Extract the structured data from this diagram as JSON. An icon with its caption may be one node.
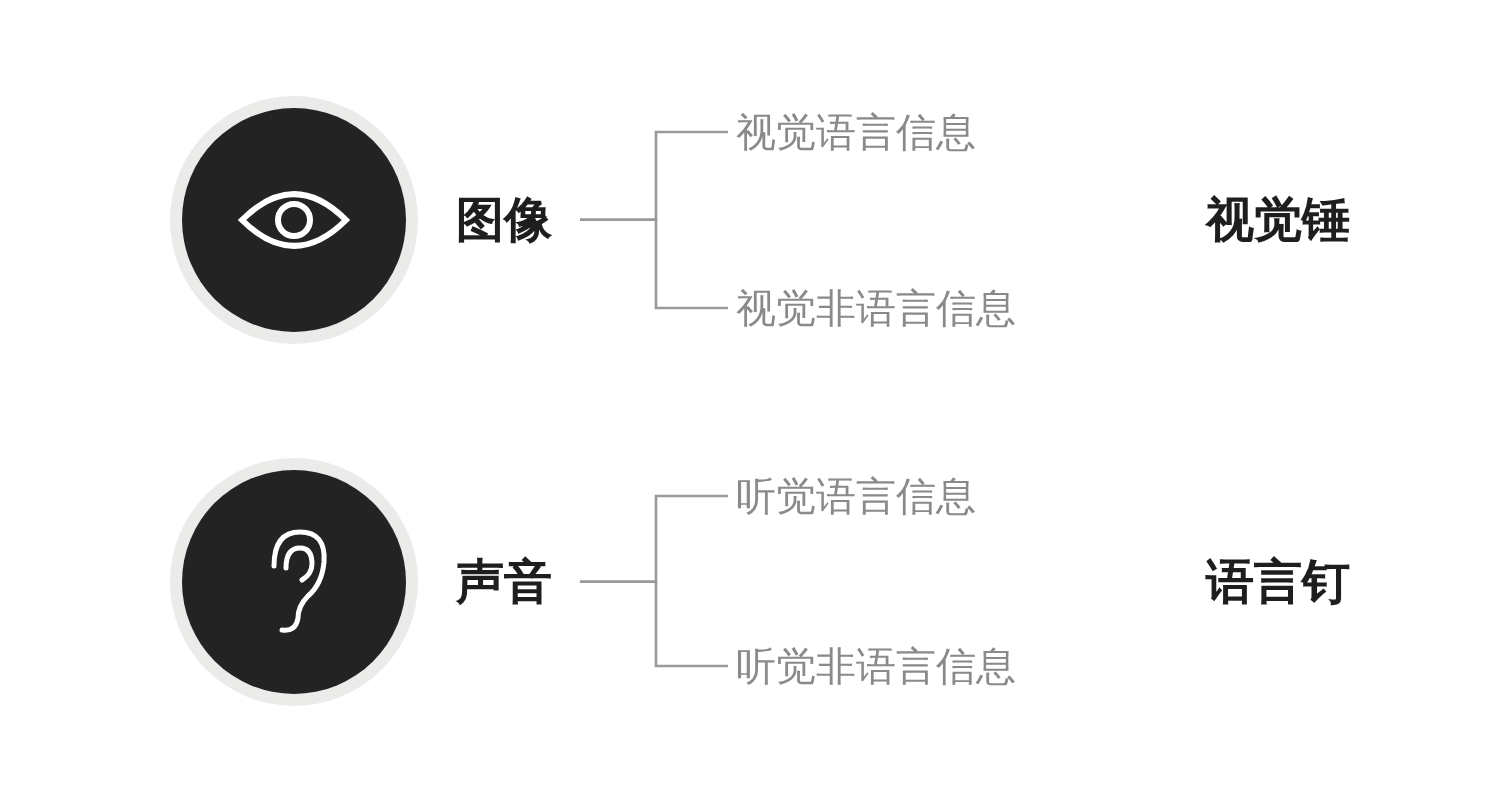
{
  "diagram": {
    "nodes": [
      {
        "text": [
          "图像"
        ]
      },
      {
        "text": [
          "视觉语言信息"
        ]
      },
      {
        "text": [
          "视觉非语言信息"
        ]
      },
      {
        "text": [
          "声音"
        ]
      },
      {
        "text": [
          "听觉语言信息"
        ]
      },
      {
        "text": [
          "听觉非语言信息"
        ]
      }
    ],
    "edges": [
      {
        "from": 0,
        "to": 1,
        "arrow": "none"
      },
      {
        "from": 0,
        "to": 2,
        "arrow": "none"
      },
      {
        "from": 3,
        "to": 4,
        "arrow": "none"
      },
      {
        "from": 3,
        "to": 5,
        "arrow": "none"
      }
    ],
    "labels": [
      "视觉锤",
      "语言钉"
    ]
  }
}
